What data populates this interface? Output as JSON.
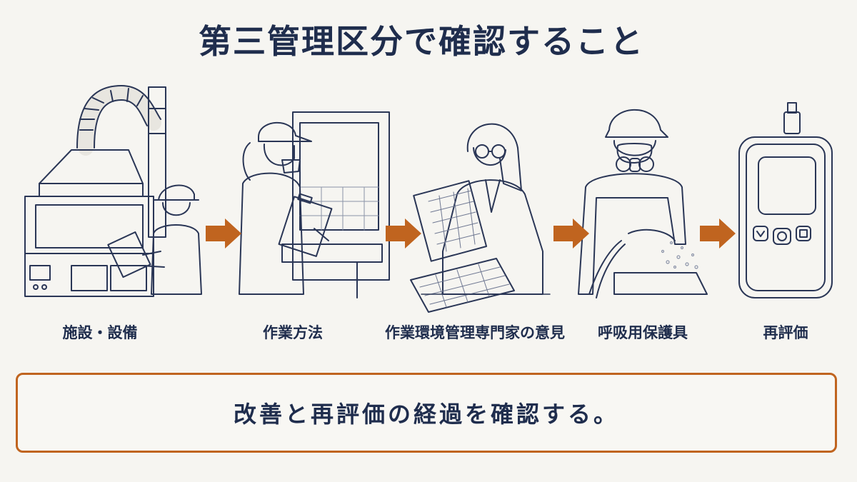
{
  "title": "第三管理区分で確認すること",
  "colors": {
    "navy": "#1f2d4d",
    "accent": "#c0641f",
    "background": "#f6f5f1"
  },
  "steps": [
    {
      "label": "施設・設備",
      "icon": "ventilation-hood-inspection-icon"
    },
    {
      "label": "作業方法",
      "icon": "worker-clipboard-icon"
    },
    {
      "label": "作業環境管理専門家の意見",
      "icon": "expert-document-review-icon"
    },
    {
      "label": "呼吸用保護具",
      "icon": "respirator-worker-icon"
    },
    {
      "label": "再評価",
      "icon": "measurement-device-icon"
    }
  ],
  "summary": "改善と再評価の経過を確認する。"
}
